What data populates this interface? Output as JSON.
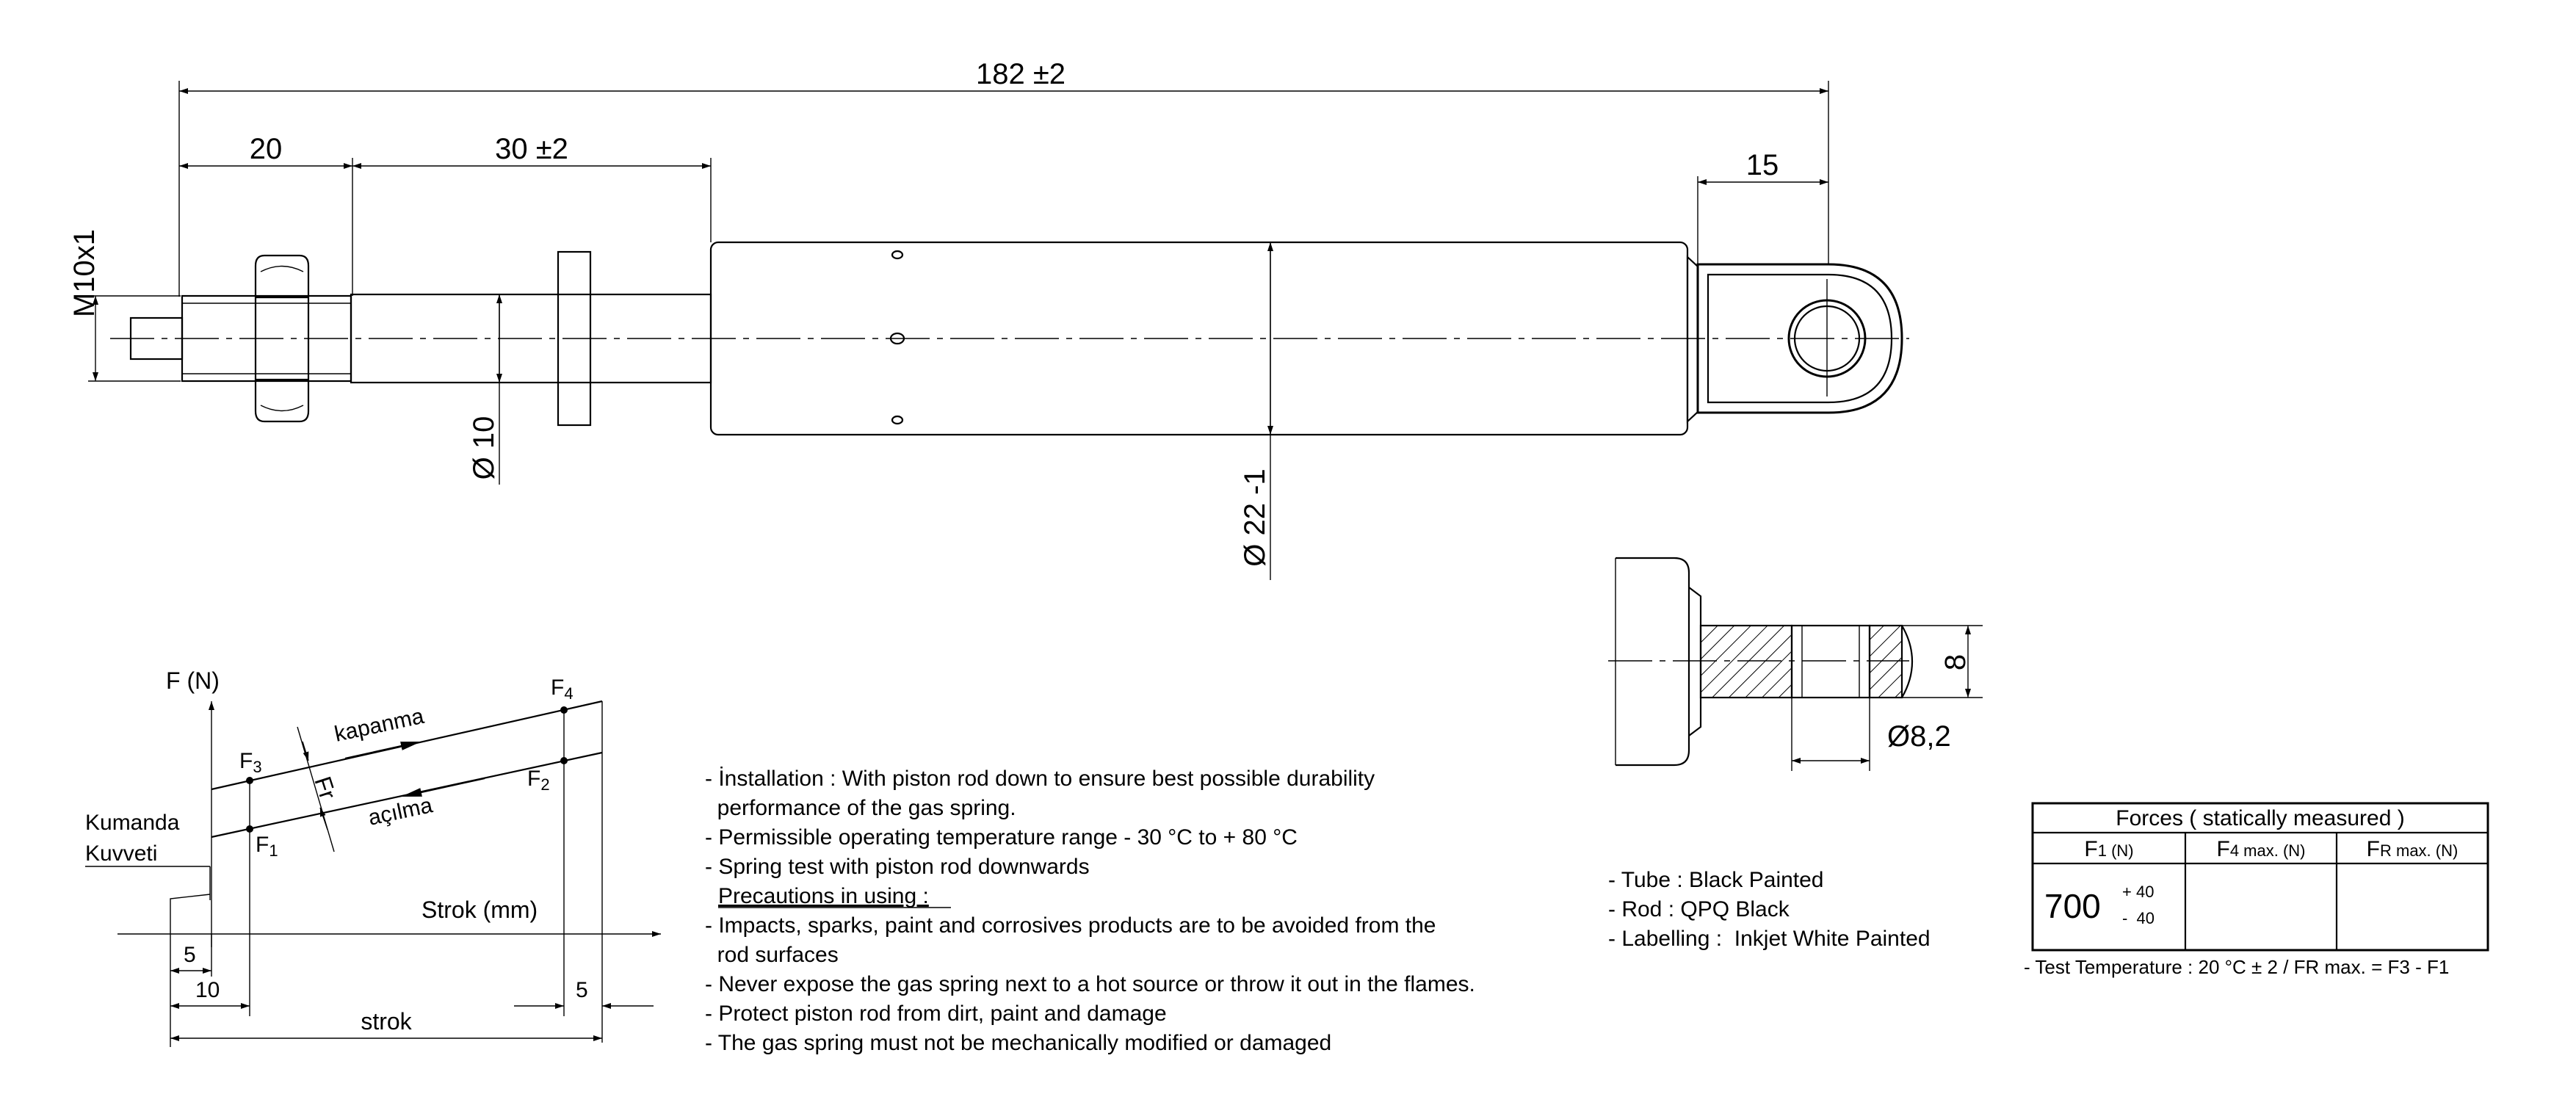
{
  "dimensions": {
    "overall_length": "182 ±2",
    "thread_length": "20",
    "stroke_length": "30 ±2",
    "eye_length": "15",
    "thread_size": "M10x1",
    "rod_diameter": "Ø 10",
    "tube_diameter": "Ø 22 -1",
    "eye_thickness": "8",
    "eye_hole_diameter": "Ø8,2"
  },
  "graph": {
    "y_axis_label": "F (N)",
    "x_axis_label": "Strok (mm)",
    "closing_label": "kapanma",
    "opening_label": "açılma",
    "friction_label": "Fr",
    "f1": "F",
    "f1_sub": "1",
    "f2": "F",
    "f2_sub": "2",
    "f3": "F",
    "f3_sub": "3",
    "f4": "F",
    "f4_sub": "4",
    "command_force_line1": "Kumanda",
    "command_force_line2": "Kuvveti",
    "dim_start_5": "5",
    "dim_start_10": "10",
    "dim_end_5": "5",
    "stroke_label": "strok"
  },
  "notes": [
    "- İnstallation : With piston rod down to ensure best possible durability",
    "  performance of the gas spring.",
    "- Permissible operating temperature range - 30 °C to + 80 °C",
    "- Spring test with piston rod downwards",
    "Precautions in using :",
    "- Impacts, sparks, paint and corrosives products are to be avoided from the",
    "  rod surfaces",
    "- Never expose the gas spring next to a hot source or throw it out in the flames.",
    "- Protect piston rod from dirt, paint and damage",
    "- The gas spring must not be mechanically modified or damaged"
  ],
  "materials": [
    "- Tube : Black Painted",
    "- Rod : QPQ Black",
    "- Labelling :  Inkjet White Painted"
  ],
  "forces_table": {
    "title": "Forces ( statically measured )",
    "col1_main": "F",
    "col1_sub": "1",
    "col1_unit": " (N)",
    "col2_main": "F",
    "col2_sub": "4 max. (N)",
    "col3_main": "F",
    "col3_sub": "R max. (N)",
    "f1_value": "700",
    "f1_tol_plus": "+ 40",
    "f1_tol_minus": "-  40",
    "f4_value": "",
    "fr_value": "",
    "footnote": "- Test Temperature : 20 °C ± 2 / FR max. = F3 - F1"
  }
}
